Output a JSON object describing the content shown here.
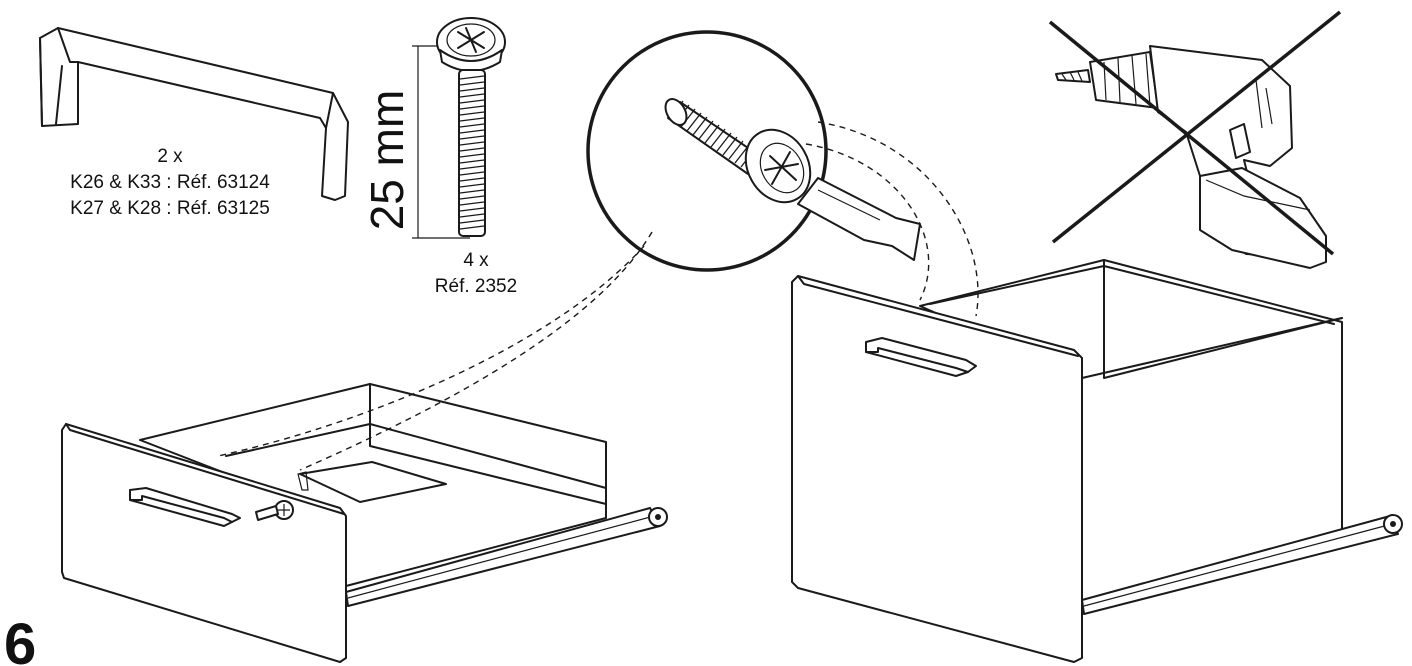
{
  "handle_part": {
    "quantity": "2 x",
    "ref_line_1": "K26 & K33 : Réf. 63124",
    "ref_line_2": "K27 & K28 : Réf. 63125"
  },
  "screw_part": {
    "length_label": "25 mm",
    "quantity": "4 x",
    "reference": "Réf. 2352"
  },
  "step_number": "6",
  "tools": {
    "allowed": "screwdriver-icon",
    "forbidden": "power-drill-icon"
  }
}
